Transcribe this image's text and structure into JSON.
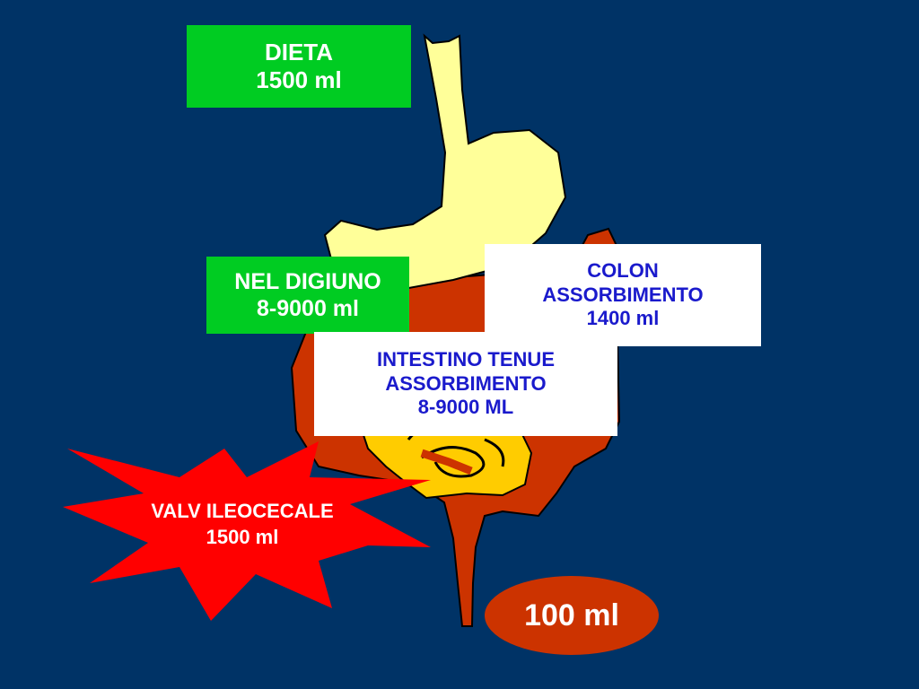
{
  "colors": {
    "background": "#003366",
    "stomach": "#ffff99",
    "colon": "#cc3300",
    "small_intestine": "#ffcc00",
    "label_green": "#00cc22",
    "label_text_blue": "#1a1acc",
    "burst": "#ff0000"
  },
  "labels": {
    "dieta": {
      "line1": "DIETA",
      "line2": "1500 ml"
    },
    "digiuno": {
      "line1": "NEL DIGIUNO",
      "line2": "8-9000 ml"
    },
    "tenue": {
      "line1": "INTESTINO TENUE",
      "line2": "ASSORBIMENTO",
      "line3": "8-9000 ML"
    },
    "colon": {
      "line1": "COLON",
      "line2": "ASSORBIMENTO",
      "line3": "1400 ml"
    },
    "valvola": {
      "line1": "VALV ILEOCECALE",
      "line2": "1500 ml"
    },
    "output": "100 ml"
  }
}
